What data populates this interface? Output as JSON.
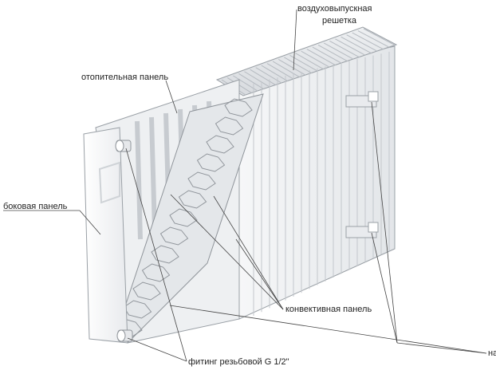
{
  "labels": {
    "vent_line1": "воздуховыпускная",
    "vent_line2": "решетка",
    "heating_panel": "отопительная панель",
    "side_panel": "боковая панель",
    "convector_panel": "конвективная панель",
    "fitting": "фитинг резьбовой G 1/2\"",
    "cut_edge": "на"
  },
  "colors": {
    "panel": "#f1f2f4",
    "panel_shade": "#d9dce0",
    "edge": "#8f949a",
    "fin": "#c9cdd2",
    "leader": "#444444"
  }
}
